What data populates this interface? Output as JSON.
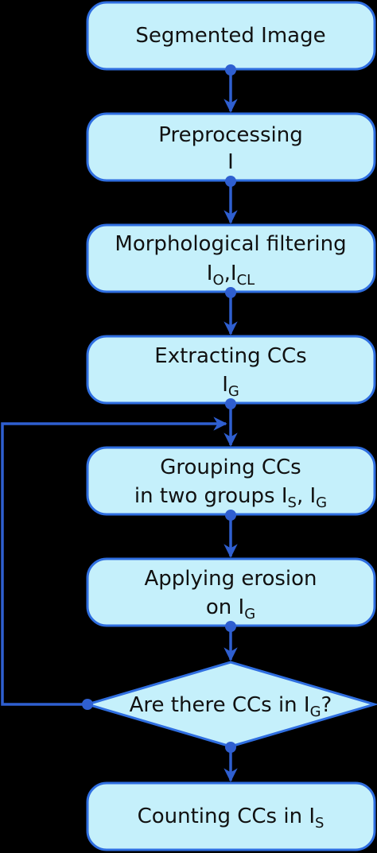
{
  "nodes": {
    "segmented": {
      "line1": "Segmented Image"
    },
    "preprocessing": {
      "line1": "Preprocessing",
      "line2": "I"
    },
    "morph": {
      "line1": "Morphological filtering",
      "l2_a": "I",
      "l2_a_sub": "O",
      "l2_sep": ",",
      "l2_b": "I",
      "l2_b_sub": "CL"
    },
    "extract": {
      "line1": "Extracting CCs",
      "l2": "I",
      "l2_sub": "G"
    },
    "grouping": {
      "line1": "Grouping CCs",
      "l2_prefix": "in two groups I",
      "l2_sub1": "S",
      "l2_mid": ", I",
      "l2_sub2": "G"
    },
    "erosion": {
      "line1": "Applying erosion",
      "l2_prefix": "on I",
      "l2_sub": "G"
    },
    "decision": {
      "prefix": "Are there CCs in I",
      "sub": "G",
      "suffix": "?"
    },
    "counting": {
      "prefix": "Counting CCs in I",
      "sub": "S"
    }
  },
  "colors": {
    "box_fill": "#c5f0fb",
    "box_stroke": "#2f6ee0",
    "edge": "#2f5fd0"
  }
}
